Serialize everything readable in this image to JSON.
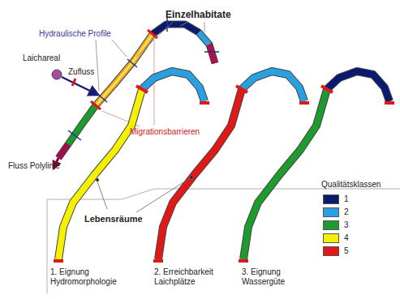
{
  "diagram": {
    "labels": [
      "Einzelhabitate",
      "Hydraulische Profile",
      "Laichareal",
      "Zufluss",
      "Fluss Polylinie",
      "Migrationsbarrieren",
      "Lebensräume",
      "1. Eignung Hydromorphologie",
      "2. Erreichbarkeit Laichplätze",
      "3. Eignung Wassergüte",
      "Qualitätsklassen"
    ],
    "legend": [
      {
        "text": "1",
        "color": "#0a1a70"
      },
      {
        "text": "2",
        "color": "#2aa0e0"
      },
      {
        "text": "3",
        "color": "#1e9a2e"
      },
      {
        "text": "4",
        "color": "#f5f000"
      },
      {
        "text": "5",
        "color": "#e01818"
      }
    ]
  }
}
